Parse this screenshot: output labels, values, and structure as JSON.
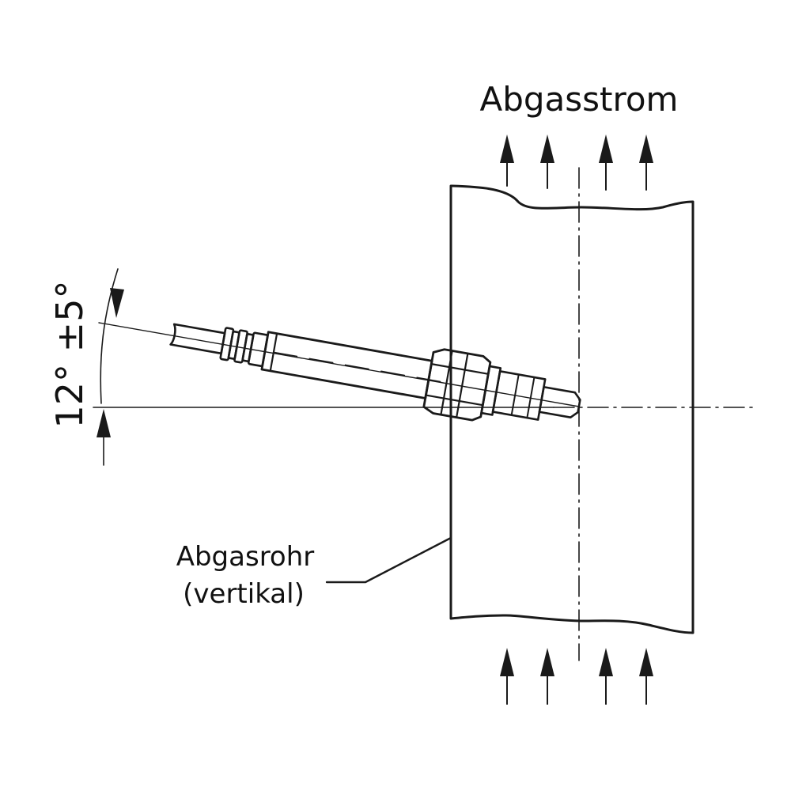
{
  "labels": {
    "flow": "Abgasstrom",
    "pipe_line1": "Abgasrohr",
    "pipe_line2": "(vertikal)",
    "angle": "12° ±5°"
  },
  "colors": {
    "ink": "#1a1a1a",
    "background": "#ffffff"
  }
}
